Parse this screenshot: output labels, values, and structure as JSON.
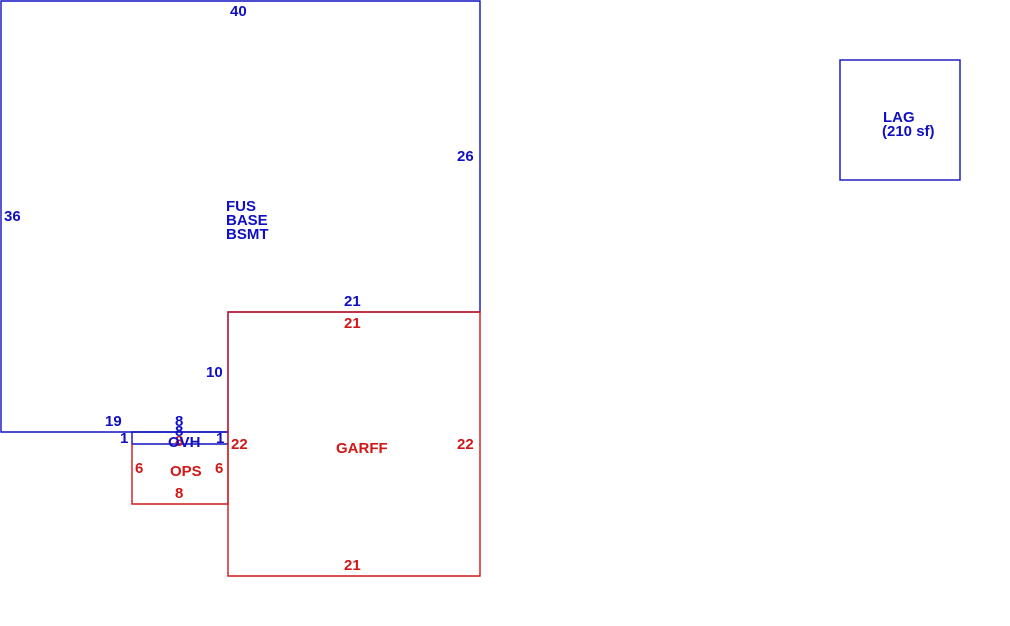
{
  "colors": {
    "main": "#1010c0",
    "garage": "#d01818"
  },
  "areas": {
    "main": {
      "lines": [
        "FUS",
        "BASE",
        "BSMT"
      ]
    },
    "garage": {
      "label": "GARFF"
    },
    "porch": {
      "label": "OPS"
    },
    "overhang": {
      "label": "OVH"
    },
    "lag": {
      "label": "LAG",
      "area": "(210 sf)"
    }
  },
  "dimensions": {
    "main_top": "40",
    "main_left": "36",
    "main_right": "26",
    "main_inner_top": "21",
    "main_inner_left": "10",
    "main_bottom": "19",
    "ovh_left": "1",
    "ovh_right": "1",
    "ovh_top": "8",
    "ovh_mid_1": "8",
    "ovh_mid_2": "8",
    "garage_top": "21",
    "garage_left": "22",
    "garage_right": "22",
    "garage_bottom": "21",
    "porch_left": "6",
    "porch_right": "6",
    "porch_bottom": "8"
  }
}
